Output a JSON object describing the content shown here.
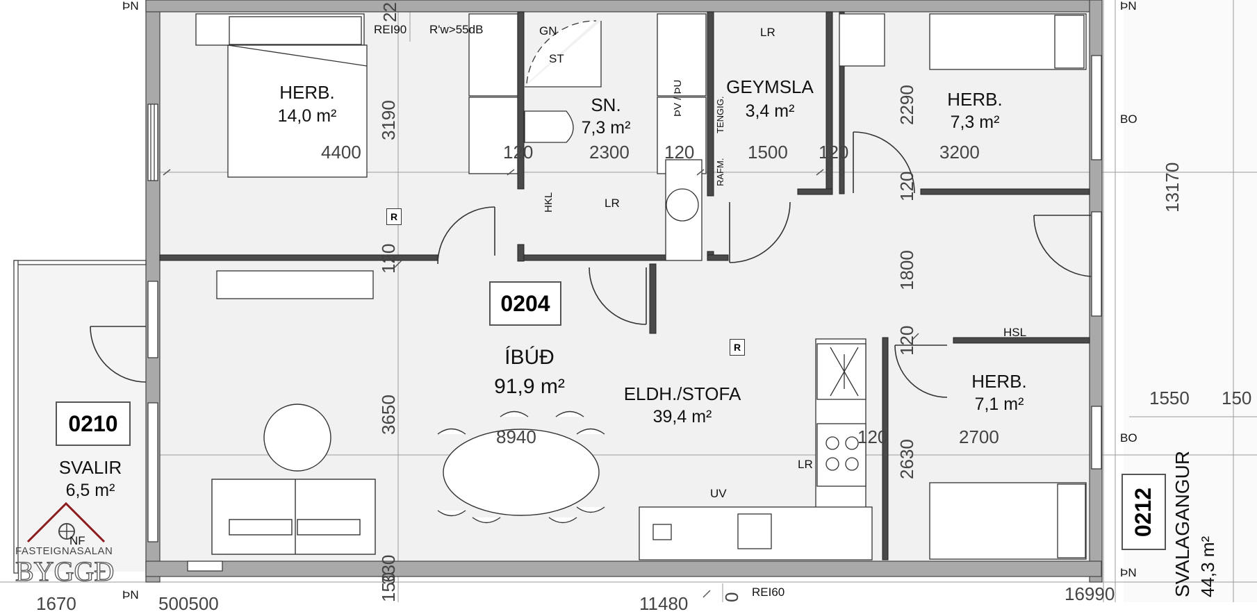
{
  "apartment": {
    "number": "0204",
    "label": "ÍBÚÐ",
    "area": "91,9 m²"
  },
  "rooms": {
    "herb1": {
      "name": "HERB.",
      "area": "14,0 m²"
    },
    "sn": {
      "name": "SN.",
      "area": "7,3 m²"
    },
    "geymsla": {
      "name": "GEYMSLA",
      "area": "3,4 m²"
    },
    "herb2": {
      "name": "HERB.",
      "area": "7,3 m²"
    },
    "eldhus": {
      "name": "ELDH./STOFA",
      "area": "39,4 m²"
    },
    "herb3": {
      "name": "HERB.",
      "area": "7,1 m²"
    }
  },
  "balcony": {
    "number": "0210",
    "name": "SVALIR",
    "area": "6,5 m²"
  },
  "corridor": {
    "number": "0212",
    "name": "SVALAGANGUR",
    "area": "44,3 m²"
  },
  "fire_labels": {
    "rei90": "REI90",
    "sound": "R'w>55dB",
    "rei60": "REI60"
  },
  "dimensions": {
    "d4400": "4400",
    "d2300": "2300",
    "d1500": "1500",
    "d3200": "3200",
    "d120a": "120",
    "d120b": "120",
    "d120c": "120",
    "d120d": "120",
    "d8940": "8940",
    "d2700": "2700",
    "d1550": "1550",
    "d150r": "150",
    "d16990": "16990",
    "d11480": "11480",
    "d1670": "1670",
    "d500": "500500",
    "d0": "0",
    "v3190": "3190",
    "v2290": "2290",
    "v13170": "13170",
    "v120a": "120",
    "v120b": "120",
    "v1800": "1800",
    "v120c": "120",
    "v3650": "3650",
    "v2630": "2630",
    "v330": "330",
    "v150": "150",
    "v22": "22"
  },
  "labels": {
    "gn": "GN",
    "st": "ST",
    "lr1": "LR",
    "lr2": "LR",
    "lr3": "LR",
    "hkl": "HKL",
    "pvpu": "ÞV / ÞU",
    "tengig": "TENGIG.",
    "rafm": "RAFM.",
    "bo1": "BO",
    "bo2": "BO",
    "pn1": "ÞN",
    "pn2": "ÞN",
    "pn3": "ÞN",
    "pn4": "ÞN",
    "hsl": "HSL",
    "uv": "UV",
    "nf": "NF",
    "r": "R"
  },
  "logo": {
    "line1": "FASTEIGNASALAN",
    "line2": "BYGGÐ"
  }
}
